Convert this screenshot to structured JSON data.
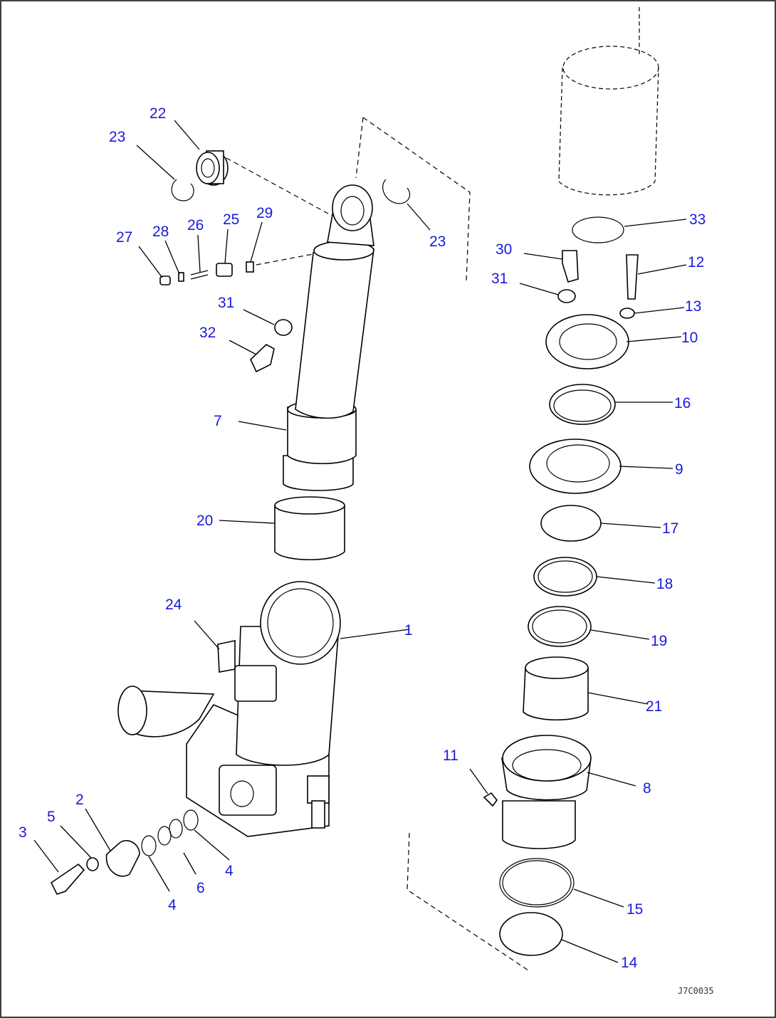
{
  "diagram": {
    "drawing_id": "J7C0035",
    "callouts": [
      "1",
      "2",
      "3",
      "4",
      "4",
      "5",
      "6",
      "7",
      "8",
      "9",
      "10",
      "11",
      "12",
      "13",
      "14",
      "15",
      "16",
      "17",
      "18",
      "19",
      "20",
      "21",
      "22",
      "23",
      "23",
      "24",
      "25",
      "26",
      "27",
      "28",
      "29",
      "30",
      "31",
      "31",
      "32",
      "33"
    ]
  },
  "colors": {
    "callout": "#1a1adb",
    "line": "#000000",
    "background": "#ffffff"
  }
}
